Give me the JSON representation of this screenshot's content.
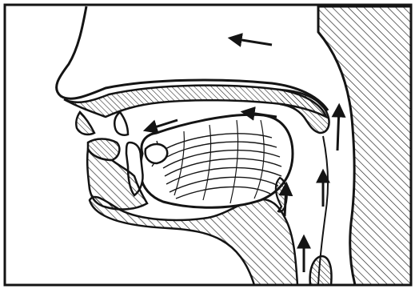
{
  "figure": {
    "subject": "sagittal-vocal-tract",
    "colors": {
      "ink": "#141414",
      "paper": "#ffffff",
      "hatch": "#1c1c1c"
    },
    "airflow_arrows": [
      {
        "name": "nasal-airflow-arrow",
        "direction": "left"
      },
      {
        "name": "palatal-airflow-arrow",
        "direction": "left"
      },
      {
        "name": "oral-airflow-arrow",
        "direction": "left"
      },
      {
        "name": "uvula-airflow-arrow",
        "direction": "up"
      },
      {
        "name": "pharynx-upper-airflow-arrow",
        "direction": "up"
      },
      {
        "name": "pharynx-airflow-arrow",
        "direction": "up"
      },
      {
        "name": "trachea-airflow-arrow",
        "direction": "up"
      }
    ],
    "components": [
      "outer-border",
      "back-of-head-hatching",
      "neck-hatching",
      "nasal-cavity",
      "hard-palate",
      "soft-palate",
      "tongue",
      "upper-lip",
      "lower-lip",
      "upper-teeth",
      "lower-teeth",
      "jaw",
      "epiglottis",
      "vocal-folds"
    ]
  }
}
